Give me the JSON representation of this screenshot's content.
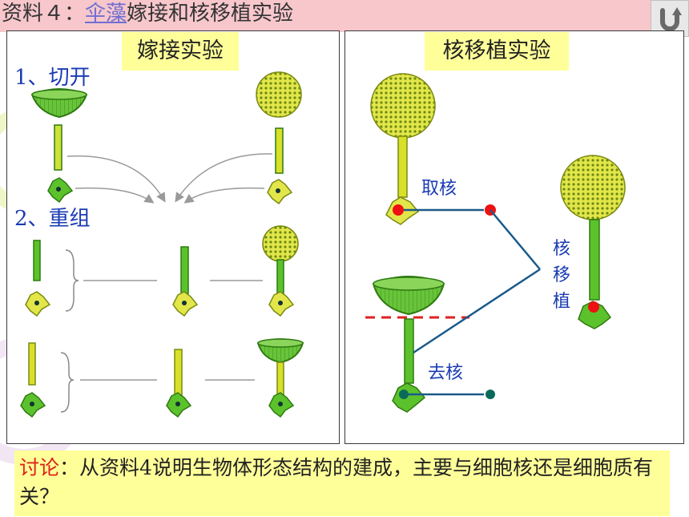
{
  "title": {
    "prefix": "资料４：",
    "link": "伞藻",
    "rest": "嫁接和核移植实验"
  },
  "left_panel": {
    "label": "嫁接实验",
    "step1": {
      "num": "1",
      "sep": "、",
      "text": "切开"
    },
    "step2": {
      "num": "2",
      "sep": "、",
      "text": "重组"
    }
  },
  "right_panel": {
    "label": "核移植实验",
    "take_nucleus": "取核",
    "remove_nucleus": "去核",
    "transplant": "核移植"
  },
  "discussion": {
    "keyword": "讨论",
    "colon": "：",
    "text": "从资料4说明生物体形态结构的建成，主要与细胞核还是细胞质有关？"
  },
  "colors": {
    "title_bg": "#f7c7cc",
    "highlight": "#ffff99",
    "label_blue": "#1a3bb3",
    "discussion_red": "#e0201a",
    "stalk_green": "#55c02a",
    "cap_yellow": "#d8e02a",
    "nucleus_red": "#ee1111",
    "nucleus_teal": "#0a6a5a"
  },
  "icons": {
    "back": "return-arrow-icon"
  }
}
